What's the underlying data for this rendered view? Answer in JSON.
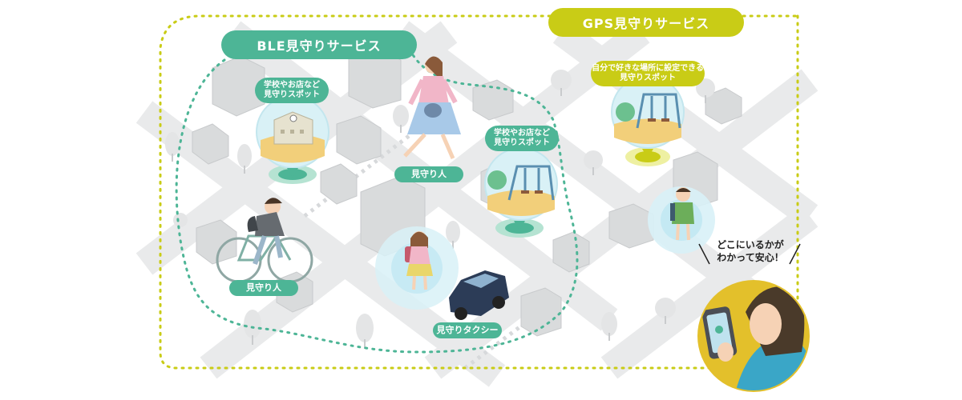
{
  "services": {
    "ble_label": "BLE見守りサービス",
    "gps_label": "GPS見守りサービス"
  },
  "spots": {
    "ble_spot_1": [
      "学校やお店など",
      "見守りスポット"
    ],
    "ble_spot_2": [
      "学校やお店など",
      "見守りスポット"
    ],
    "gps_spot": [
      "自分で好きな場所に設定できる",
      "見守りスポット"
    ]
  },
  "watchers": {
    "walker": "見守り人",
    "cyclist": "見守り人",
    "taxi": "見守りタクシー"
  },
  "message": [
    "どこにいるかが",
    "わかって安心！"
  ],
  "colors": {
    "ble_green": "#4db596",
    "gps_yellow": "#c9cc16",
    "map_gray": "#e6e7e8",
    "building": "#d1d3d4"
  }
}
